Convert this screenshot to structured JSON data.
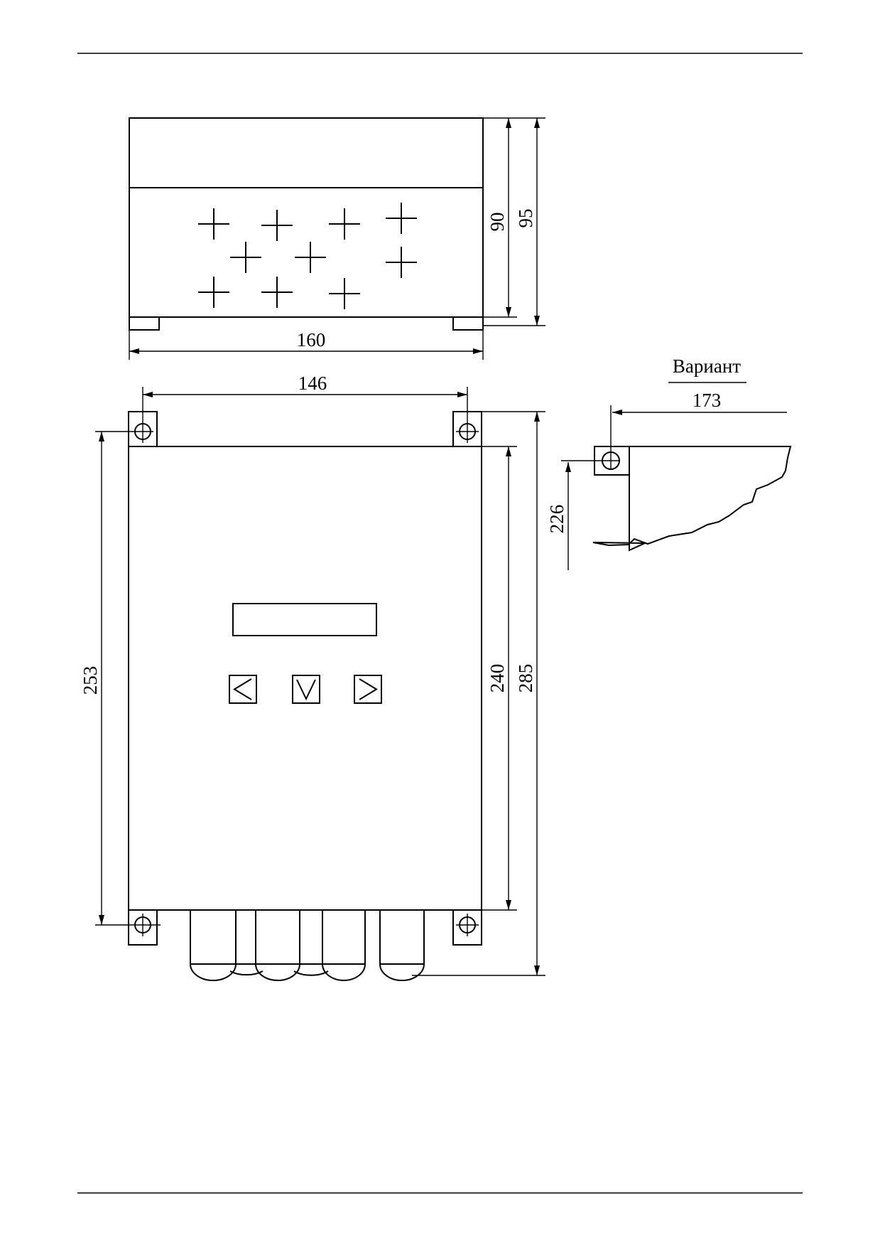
{
  "dimensions": {
    "top_width": "160",
    "top_height_inner": "90",
    "top_height_outer": "95",
    "mount_spacing": "146",
    "mount_height": "253",
    "body_height": "240",
    "total_height": "285"
  },
  "variant": {
    "title": "Вариант",
    "width": "173",
    "height": "226"
  },
  "buttons": [
    {
      "id": "left",
      "glyph": "<"
    },
    {
      "id": "down",
      "glyph": "∨"
    },
    {
      "id": "right",
      "glyph": ">"
    }
  ]
}
